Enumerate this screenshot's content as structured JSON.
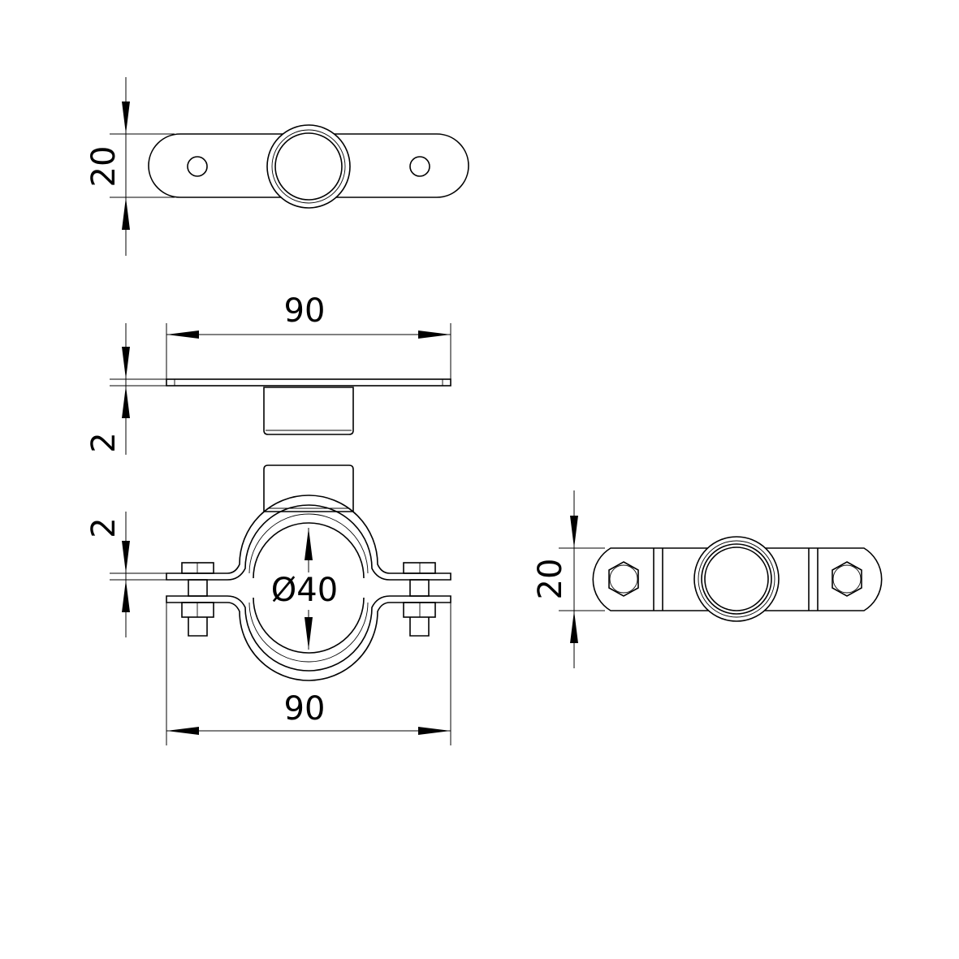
{
  "drawing": {
    "colors": {
      "line": "#000000",
      "background": "#ffffff"
    },
    "top_view": {
      "height_dim": "20"
    },
    "side_view": {
      "width_dim": "90",
      "thickness_dim": "2"
    },
    "clamp_view": {
      "thickness_dim": "2",
      "diameter_dim": "Ø40",
      "width_dim": "90"
    },
    "right_view": {
      "height_dim": "20"
    }
  }
}
